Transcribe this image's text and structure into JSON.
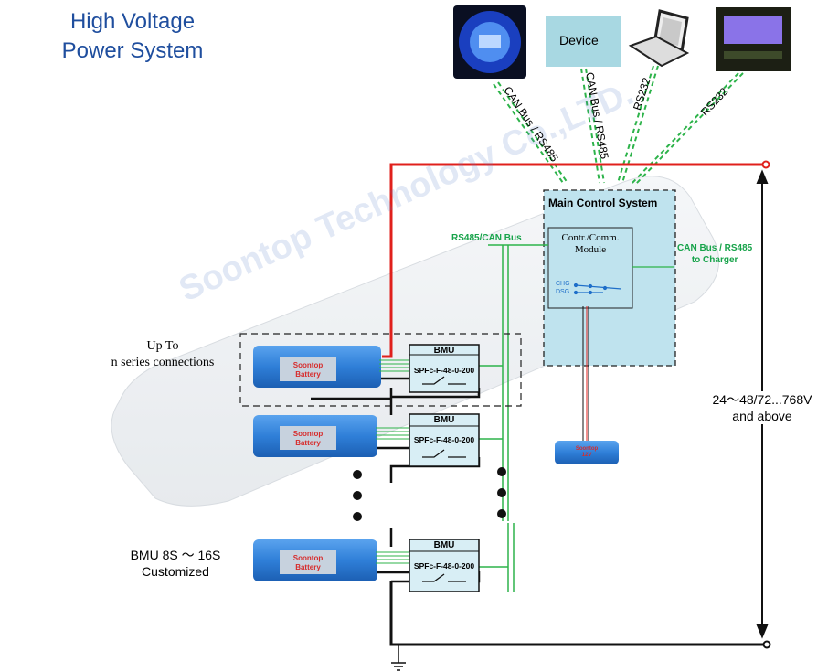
{
  "title": {
    "line1": "High Voltage",
    "line2": "Power System"
  },
  "device_label": "Device",
  "links": {
    "can_bus_1": "CAN Bus / RS485",
    "can_bus_2": "CAN Bus / RS485",
    "rs232_1": "RS232",
    "rs232_2": "RS232"
  },
  "main_control": {
    "title": "Main Control System",
    "module_line1": "Contr./Comm.",
    "module_line2": "Module",
    "chg": "CHG",
    "dsg": "DSG"
  },
  "bus_label": "RS485/CAN Bus",
  "charger_label": {
    "line1": "CAN Bus / RS485",
    "line2": "to Charger"
  },
  "voltage_label": {
    "line1": "24～48/72...768V",
    "line2": "and above"
  },
  "up_to_label": {
    "line1": "Up To",
    "line2": "n series connections"
  },
  "bmu_custom_label": {
    "line1": "BMU 8S ～ 16S",
    "line2": "Customized"
  },
  "bmu": {
    "title": "BMU",
    "model": "SPFc-F-48-0-200"
  },
  "battery": {
    "line1": "Soontop",
    "line2": "Battery"
  },
  "small_battery": {
    "line1": "Soontop",
    "line2": "12V"
  },
  "watermark": "Soontop Technology Co.,LTD.",
  "colors": {
    "power_positive": "#e0201c",
    "comm_bus": "#2db34a",
    "title": "#1f4e9e",
    "battery_blue": "#2f7fd8",
    "bmu_fill": "#d8eef5"
  }
}
